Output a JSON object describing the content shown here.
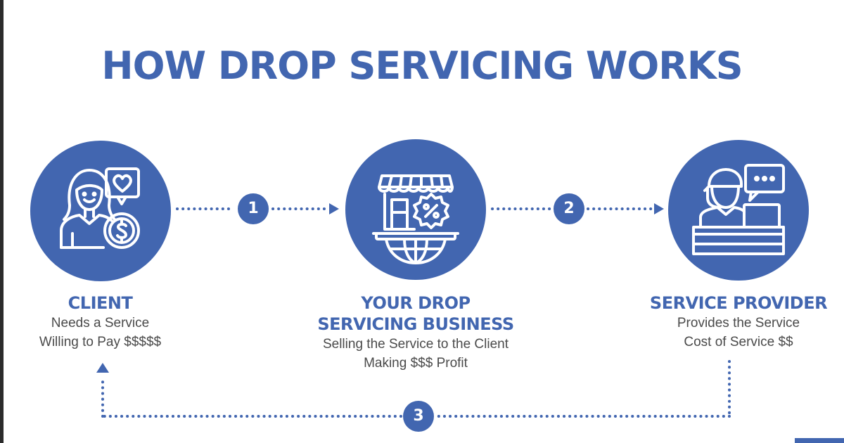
{
  "title": "HOW DROP SERVICING WORKS",
  "colors": {
    "brand_blue": "#4266b0",
    "body_text": "#4a4a4a",
    "background": "#ffffff"
  },
  "steps": [
    {
      "icon": "client-with-heart-and-dollar-icon",
      "heading": "CLIENT",
      "heading_lines": [
        "CLIENT"
      ],
      "lines": [
        "Needs a Service",
        "Willing to Pay $$$$$"
      ]
    },
    {
      "icon": "storefront-discount-globe-icon",
      "heading": "YOUR DROP SERVICING BUSINESS",
      "heading_lines": [
        "YOUR DROP",
        "SERVICING BUSINESS"
      ],
      "lines": [
        "Selling the Service to the Client",
        "Making $$$ Profit"
      ]
    },
    {
      "icon": "service-provider-at-laptop-icon",
      "heading": "SERVICE PROVIDER",
      "heading_lines": [
        "SERVICE PROVIDER"
      ],
      "lines": [
        "Provides the Service",
        "Cost of Service $$"
      ]
    }
  ],
  "connectors": [
    {
      "number": "1",
      "from": "CLIENT",
      "to": "YOUR DROP SERVICING BUSINESS"
    },
    {
      "number": "2",
      "from": "YOUR DROP SERVICING BUSINESS",
      "to": "SERVICE PROVIDER"
    },
    {
      "number": "3",
      "from": "SERVICE PROVIDER",
      "to": "CLIENT"
    }
  ]
}
